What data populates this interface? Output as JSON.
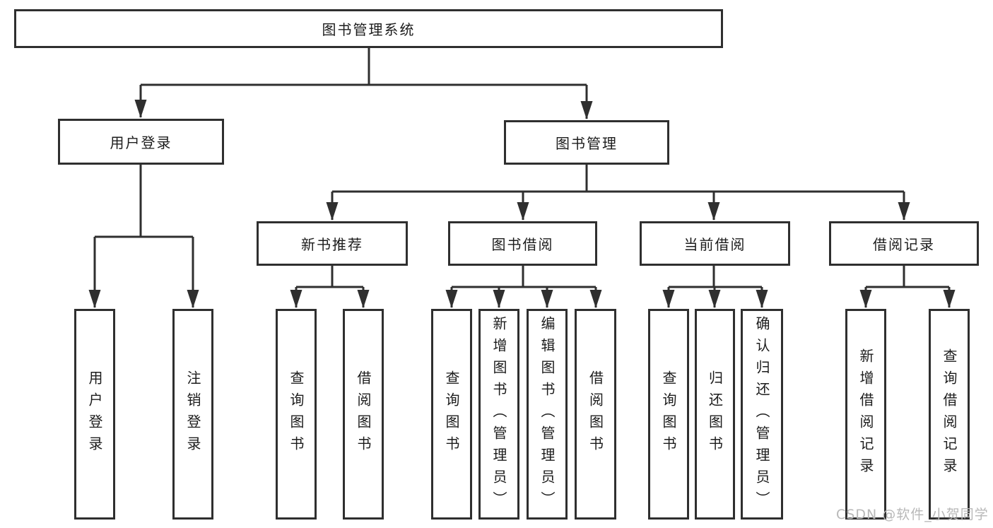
{
  "diagram": {
    "title": "图书管理系统",
    "type": "functional-structure-tree",
    "watermark": "CSDN @软件_小贺同学"
  },
  "colors": {
    "line": "#2f2f2f",
    "box_border": "#2f2f2f",
    "box_background": "#ffffff",
    "text": "#1c1c1c",
    "watermark": "#b8b8b8",
    "page_background": "#ffffff"
  },
  "nodes": {
    "root": {
      "label": "图书管理系统"
    },
    "user_login": {
      "label": "用户登录"
    },
    "book_mgmt": {
      "label": "图书管理"
    },
    "new_book_rec": {
      "label": "新书推荐"
    },
    "book_borrow": {
      "label": "图书借阅"
    },
    "current_borrow": {
      "label": "当前借阅"
    },
    "borrow_record": {
      "label": "借阅记录"
    },
    "ul_user_login": {
      "label": "用户登录"
    },
    "ul_logout": {
      "label": "注销登录"
    },
    "nb_query": {
      "label": "查询图书"
    },
    "nb_borrow": {
      "label": "借阅图书"
    },
    "bb_query": {
      "label": "查询图书"
    },
    "bb_add": {
      "label": "新增图书（管理员）"
    },
    "bb_edit": {
      "label": "编辑图书（管理员）"
    },
    "bb_borrow": {
      "label": "借阅图书"
    },
    "cb_query": {
      "label": "查询图书"
    },
    "cb_return": {
      "label": "归还图书"
    },
    "cb_confirm": {
      "label": "确认归还（管理员）"
    },
    "br_add": {
      "label": "新增借阅记录"
    },
    "br_query": {
      "label": "查询借阅记录"
    }
  },
  "hierarchy": {
    "图书管理系统": {
      "用户登录": [
        "用户登录",
        "注销登录"
      ],
      "图书管理": {
        "新书推荐": [
          "查询图书",
          "借阅图书"
        ],
        "图书借阅": [
          "查询图书",
          "新增图书（管理员）",
          "编辑图书（管理员）",
          "借阅图书"
        ],
        "当前借阅": [
          "查询图书",
          "归还图书",
          "确认归还（管理员）"
        ],
        "借阅记录": [
          "新增借阅记录",
          "查询借阅记录"
        ]
      }
    }
  }
}
